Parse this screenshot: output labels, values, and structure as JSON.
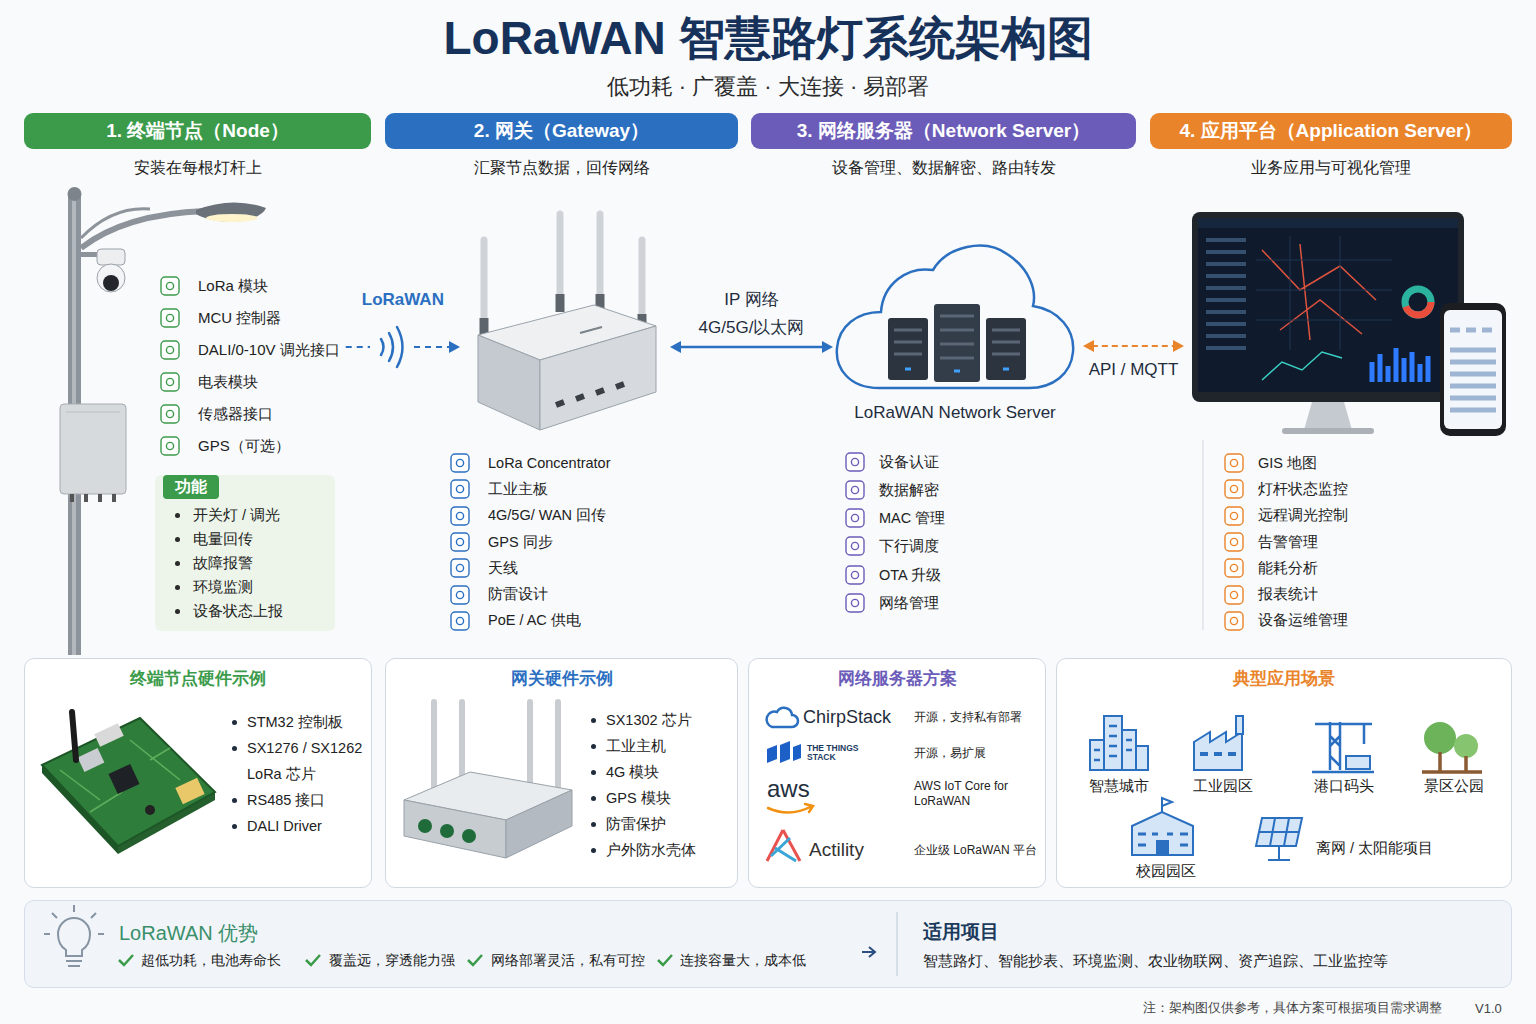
{
  "diagram": {
    "title": "LoRaWAN 智慧路灯系统架构图",
    "nodes": [
      {
        "text": [
          "1. 终端节点（Node）",
          "安装在每根灯杆上"
        ]
      },
      {
        "text": [
          "2. 网关（Gateway）",
          "汇聚节点数据，回传网络"
        ]
      },
      {
        "text": [
          "3. 网络服务器（Network Server）",
          "设备管理、数据解密、路由转发"
        ]
      },
      {
        "text": [
          "4. 应用平台（Application Server）",
          "业务应用与可视化管理"
        ]
      },
      {
        "text": [
          "LoRa 模块",
          "MCU 控制器",
          "DALI/0-10V 调光接口",
          "电表模块",
          "传感器接口",
          "GPS（可选）"
        ]
      },
      {
        "text": [
          "功能",
          "开关灯 / 调光",
          "电量回传",
          "故障报警",
          "环境监测",
          "设备状态上报"
        ]
      },
      {
        "text": [
          "LoRa Concentrator",
          "工业主板",
          "4G/5G/ WAN 回传",
          "GPS 同步",
          "天线",
          "防雷设计",
          "PoE / AC 供电"
        ]
      },
      {
        "text": [
          "LoRaWAN Network Server"
        ]
      },
      {
        "text": [
          "GIS 地图",
          "灯杆状态监控",
          "远程调光控制",
          "告警管理",
          "能耗分析",
          "报表统计",
          "设备运维管理"
        ]
      },
      {
        "text": [
          "终端节点硬件示例",
          "STM32 控制板",
          "SX1276 / SX1262 LoRa 芯片",
          "RS485 接口",
          "DALI Driver"
        ]
      },
      {
        "text": [
          "网关硬件示例",
          "SX1302 芯片",
          "工业主机",
          "4G 模块",
          "GPS 模块",
          "防雷保护",
          "户外防水壳体"
        ]
      },
      {
        "text": [
          "网络服务器方案",
          "ChirpStack",
          "开源，支持私有部署",
          "THE THINGS STACK",
          "开源，易扩展",
          "aws",
          "AWS IoT Core for LoRaWAN",
          "Actility",
          "企业级 LoRaWAN 平台"
        ]
      },
      {
        "text": [
          "典型应用场景",
          "智慧城市",
          "工业园区",
          "港口码头",
          "景区公园",
          "校园园区",
          "离网 / 太阳能项目"
        ]
      },
      {
        "text": [
          "LoRaWAN 优势",
          "超低功耗，电池寿命长",
          "覆盖远，穿透能力强",
          "网络部署灵活，私有可控",
          "连接容量大，成本低",
          "适用项目",
          "智慧路灯、智能抄表、环境监测、农业物联网、资产追踪、工业监控等"
        ]
      }
    ],
    "edges": [
      {
        "from": 4,
        "to": 6,
        "label": "LoRaWAN",
        "arrow": "to"
      },
      {
        "from": 6,
        "to": 7,
        "label": "IP 网络 4G/5G/以太网",
        "arrow": "both"
      },
      {
        "from": 7,
        "to": 8,
        "label": "API / MQTT",
        "arrow": "both"
      }
    ],
    "labels": [
      "低功耗 · 广覆盖 · 大连接 · 易部署",
      "设备认证",
      "数据解密",
      "MAC 管理",
      "下行调度",
      "OTA 升级",
      "网络管理",
      "注：架构图仅供参考，具体方案可根据项目需求调整",
      "V1.0"
    ]
  }
}
